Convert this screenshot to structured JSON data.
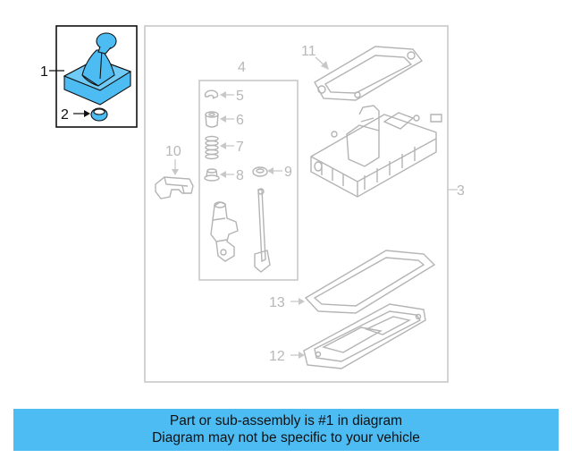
{
  "callouts": {
    "c1": "1",
    "c2": "2",
    "c3": "3",
    "c4": "4",
    "c5": "5",
    "c6": "6",
    "c7": "7",
    "c8": "8",
    "c9": "9",
    "c10": "10",
    "c11": "11",
    "c12": "12",
    "c13": "13"
  },
  "colors": {
    "highlight": "#4cbcf3",
    "outline": "#c8c8c8",
    "part_line": "#b4b4b4",
    "banner_bg": "#4cbcf3"
  },
  "banner": {
    "line1": "Part or sub-assembly is #1 in diagram",
    "line2": "Diagram may not be specific to your vehicle"
  }
}
